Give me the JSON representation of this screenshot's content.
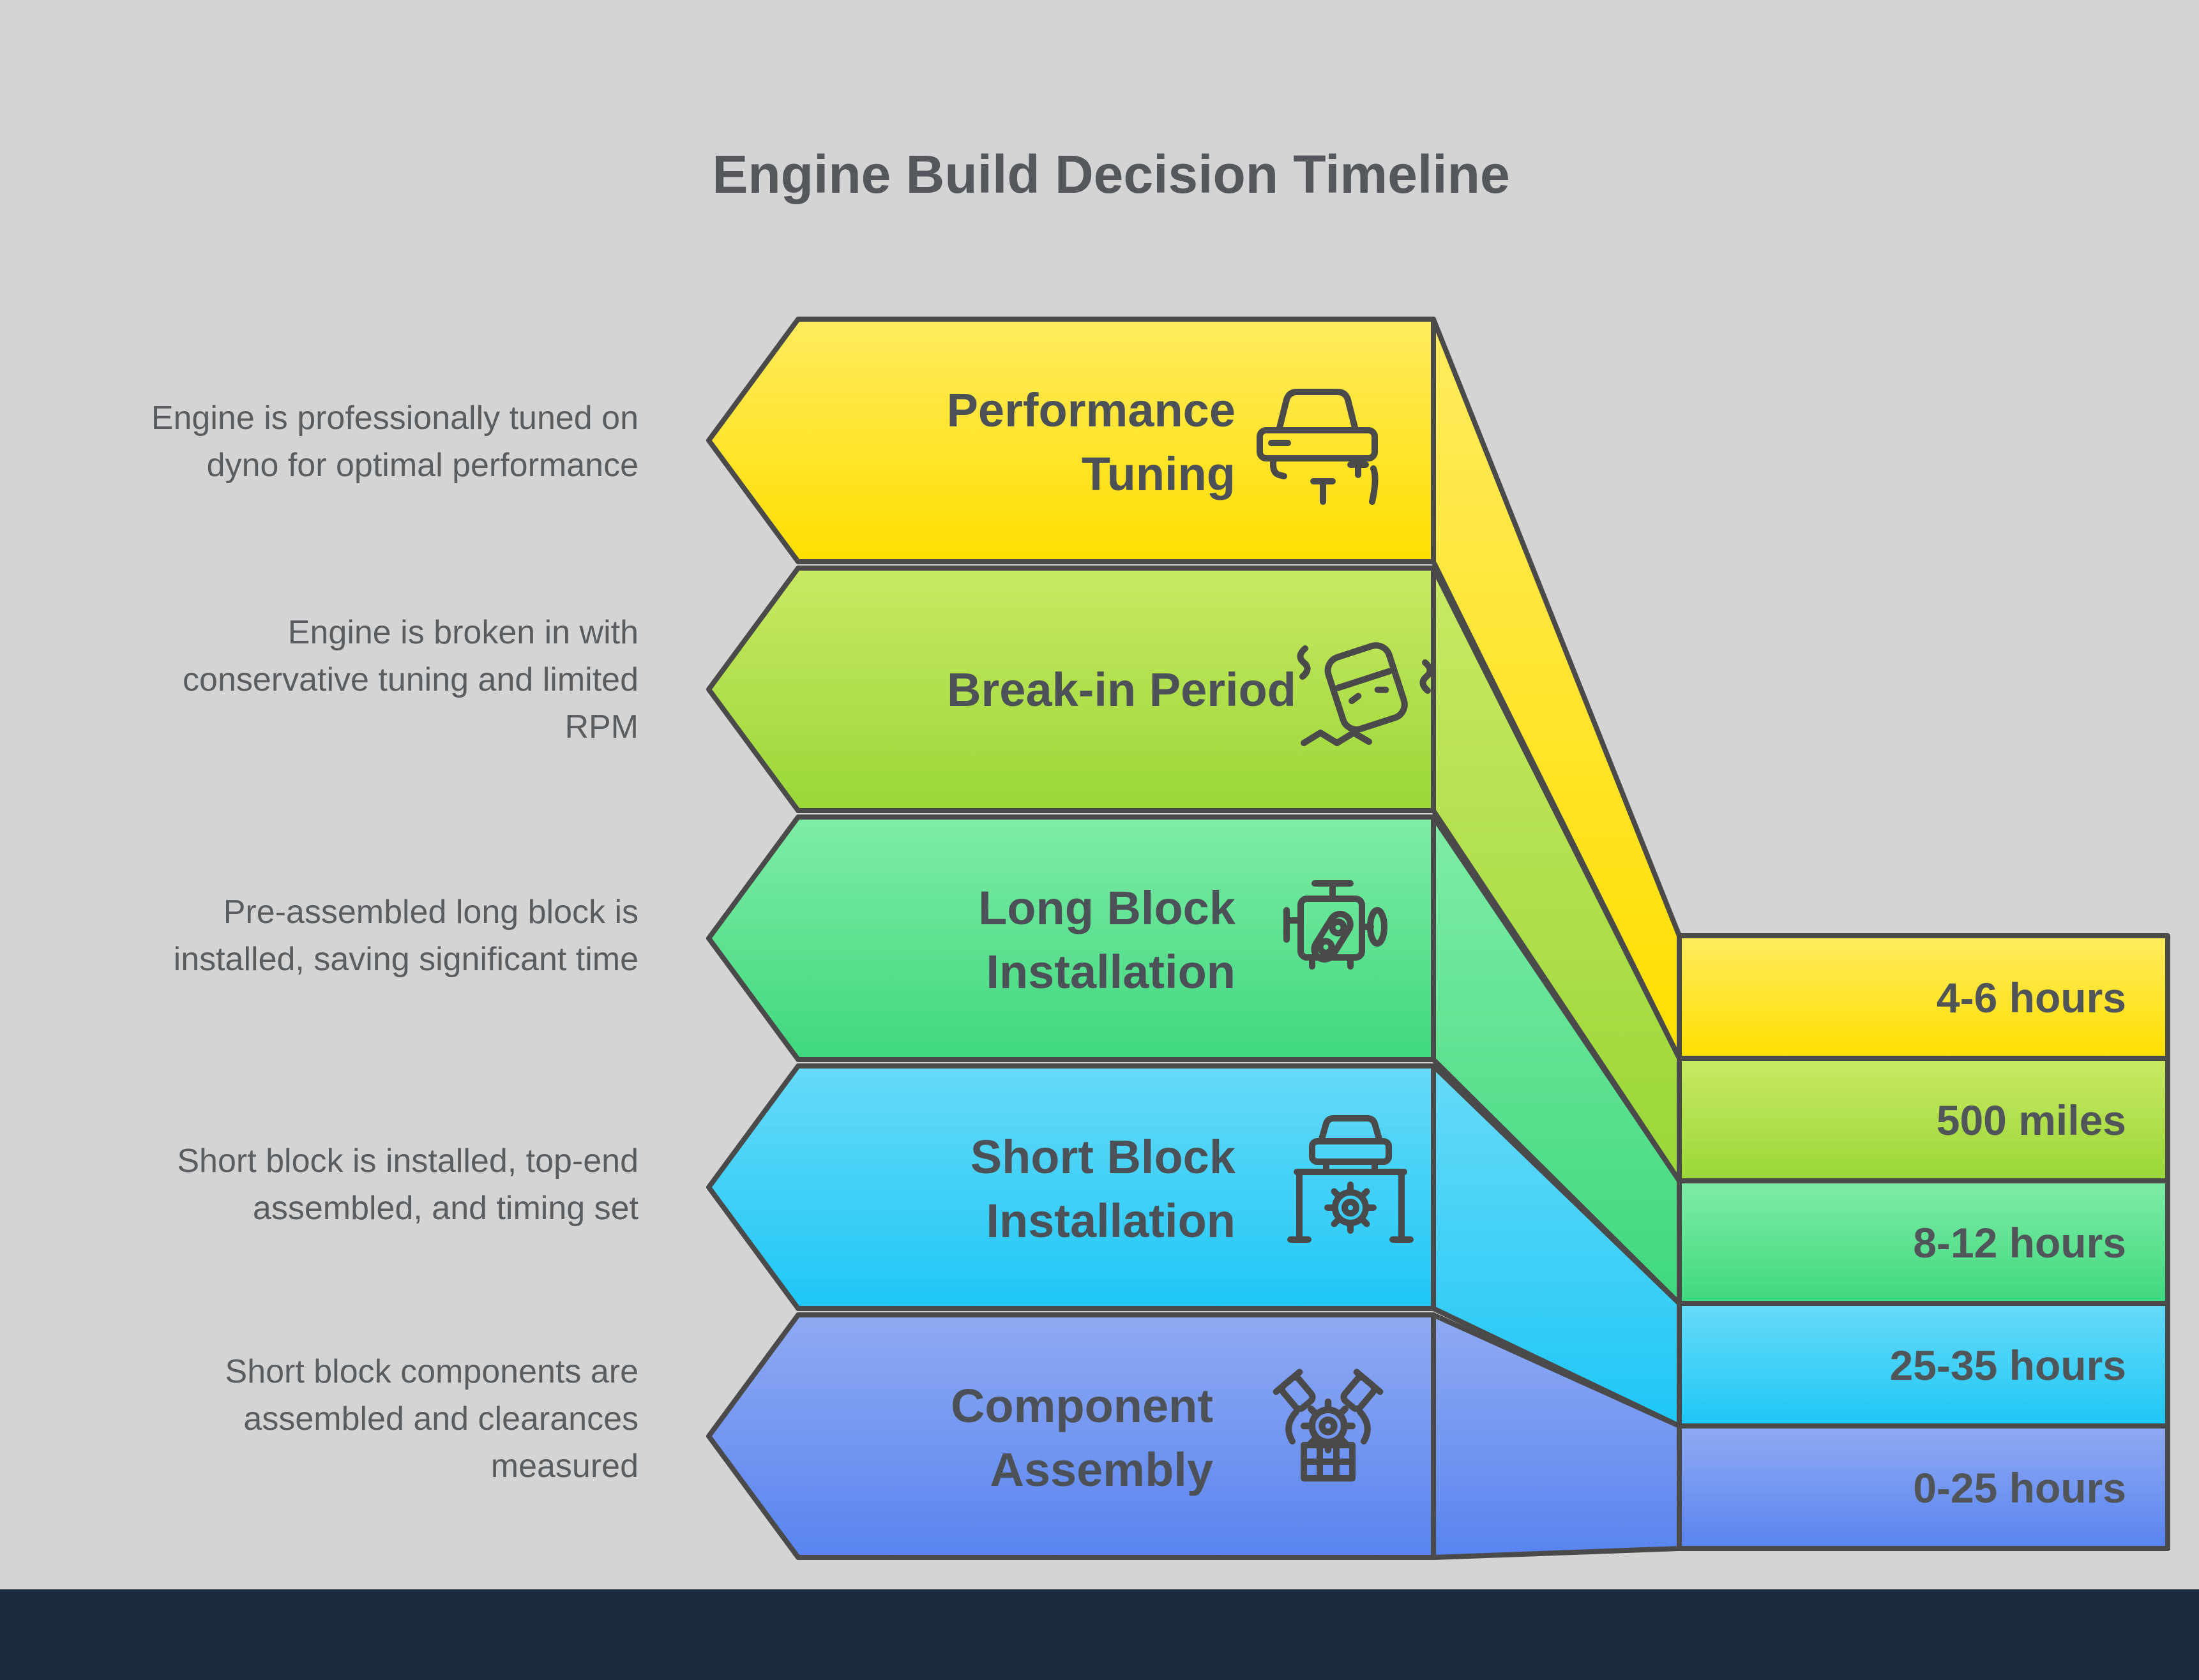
{
  "title": "Engine Build Decision Timeline",
  "colors": {
    "background": "#d4d4d4",
    "bottom_bar": "#1c2b3f",
    "outline": "#4a4a4a",
    "title_text": "#54585c",
    "description_text": "#595d60",
    "label_text": "#4b5156",
    "duration_text": "#50555a"
  },
  "stages": [
    {
      "name": "Performance Tuning",
      "name_lines": [
        "Performance",
        "Tuning"
      ],
      "description_lines": [
        "Engine is professionally tuned on",
        "dyno for optimal performance"
      ],
      "duration": "4-6 hours",
      "icon": "car-tuning-icon",
      "color_top": "#ffeb5f",
      "color_bottom": "#ffdf00"
    },
    {
      "name": "Break-in Period",
      "name_lines": [
        "Break-in Period"
      ],
      "description_lines": [
        "Engine is broken in with",
        "conservative tuning and limited",
        "RPM"
      ],
      "duration": "500 miles",
      "icon": "car-vibration-icon",
      "color_top": "#c9e963",
      "color_bottom": "#9ad737"
    },
    {
      "name": "Long Block Installation",
      "name_lines": [
        "Long Block",
        "Installation"
      ],
      "description_lines": [
        "Pre-assembled long block is",
        "installed, saving significant time"
      ],
      "duration": "8-12 hours",
      "icon": "engine-block-icon",
      "color_top": "#7feca6",
      "color_bottom": "#3fd87f"
    },
    {
      "name": "Short Block Installation",
      "name_lines": [
        "Short Block",
        "Installation"
      ],
      "description_lines": [
        "Short block is installed, top-end",
        "assembled, and timing set"
      ],
      "duration": "25-35 hours",
      "icon": "car-lift-icon",
      "color_top": "#67daf8",
      "color_bottom": "#1ec7f6"
    },
    {
      "name": "Component Assembly",
      "name_lines": [
        "Component",
        "Assembly"
      ],
      "description_lines": [
        "Short block components are",
        "assembled and clearances",
        "measured"
      ],
      "duration": "0-25 hours",
      "icon": "v-engine-icon",
      "color_top": "#90aaf2",
      "color_bottom": "#5884f0"
    }
  ]
}
